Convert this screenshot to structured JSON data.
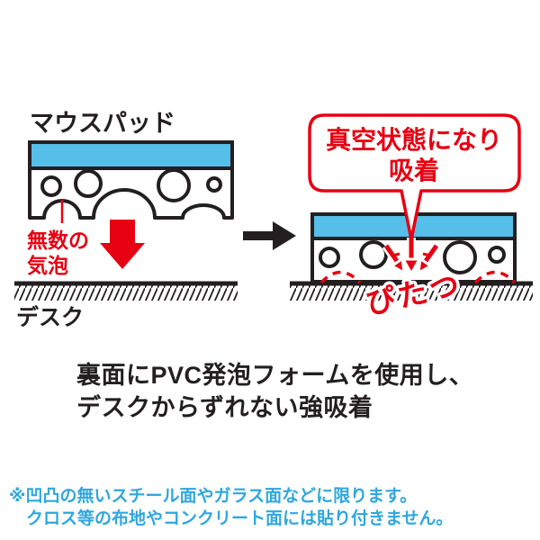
{
  "colors": {
    "ink": "#231f20",
    "red": "#e60012",
    "pad_blue": "#55bee9",
    "note_blue": "#2ea7de"
  },
  "before_diagram": {
    "pad_label": "マウスパッド",
    "bubbles_note_line1": "無数の",
    "bubbles_note_line2": "気泡",
    "desk_label": "デスク"
  },
  "after_diagram": {
    "callout_line1": "真空状態になり",
    "callout_line2": "吸着",
    "stick_sfx": "ぴたつ"
  },
  "headline": {
    "line1": "裏面にPVC発泡フォームを使用し、",
    "line2": "デスクからずれない強吸着"
  },
  "footnote": {
    "line1": "※凹凸の無いスチール面やガラス面などに限ります。",
    "line2": "クロス等の布地やコンクリート面には貼り付きません。"
  }
}
